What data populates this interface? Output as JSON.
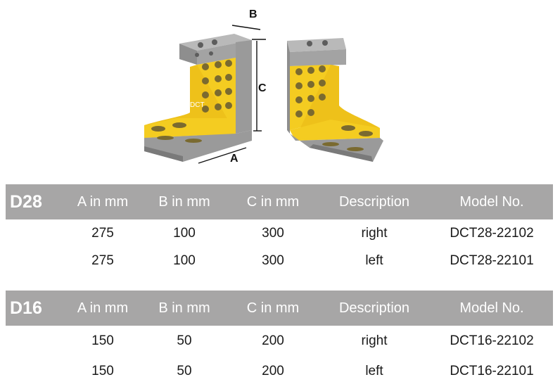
{
  "illustration": {
    "labels": {
      "a": "A",
      "b": "B",
      "c": "C",
      "logo": "DCT"
    },
    "colors": {
      "yellow": "#f4cc21",
      "gray": "#9a9a9a",
      "dark_gray": "#6f6f6f"
    }
  },
  "columns": [
    "A in mm",
    "B in mm",
    "C in mm",
    "Description",
    "Model No."
  ],
  "tables": [
    {
      "series": "D28",
      "rows": [
        {
          "a": "275",
          "b": "100",
          "c": "300",
          "description": "right",
          "model": "DCT28-22102"
        },
        {
          "a": "275",
          "b": "100",
          "c": "300",
          "description": "left",
          "model": "DCT28-22101"
        }
      ]
    },
    {
      "series": "D16",
      "rows": [
        {
          "a": "150",
          "b": "50",
          "c": "200",
          "description": "right",
          "model": "DCT16-22102"
        },
        {
          "a": "150",
          "b": "50",
          "c": "200",
          "description": "left",
          "model": "DCT16-22101"
        }
      ]
    }
  ],
  "colors": {
    "header_bg": "#a7a6a6",
    "header_text": "#ffffff"
  }
}
